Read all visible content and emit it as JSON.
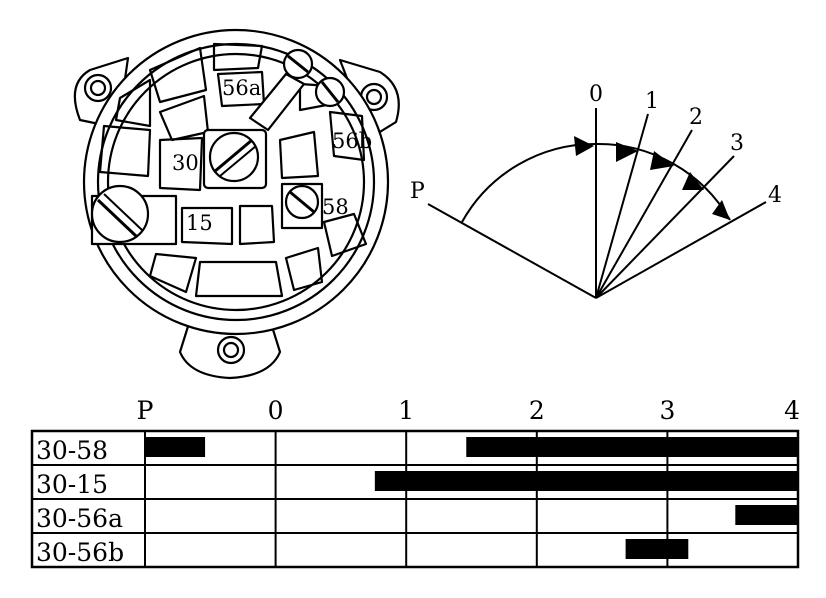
{
  "switch_face": {
    "terminals": [
      "56a",
      "30",
      "56b",
      "15",
      "58"
    ]
  },
  "position_diagram": {
    "start_label": "P",
    "positions": [
      "0",
      "1",
      "2",
      "3",
      "4"
    ]
  },
  "contact_table": {
    "positions": [
      "P",
      "0",
      "1",
      "2",
      "3",
      "4"
    ],
    "rows": [
      {
        "label": "30-58",
        "segments": [
          [
            0.0,
            0.46
          ],
          [
            2.46,
            5.0
          ]
        ]
      },
      {
        "label": "30-15",
        "segments": [
          [
            1.76,
            5.0
          ]
        ]
      },
      {
        "label": "30-56a",
        "segments": [
          [
            4.52,
            5.0
          ]
        ]
      },
      {
        "label": "30-56b",
        "segments": [
          [
            3.68,
            4.16
          ]
        ]
      }
    ]
  }
}
